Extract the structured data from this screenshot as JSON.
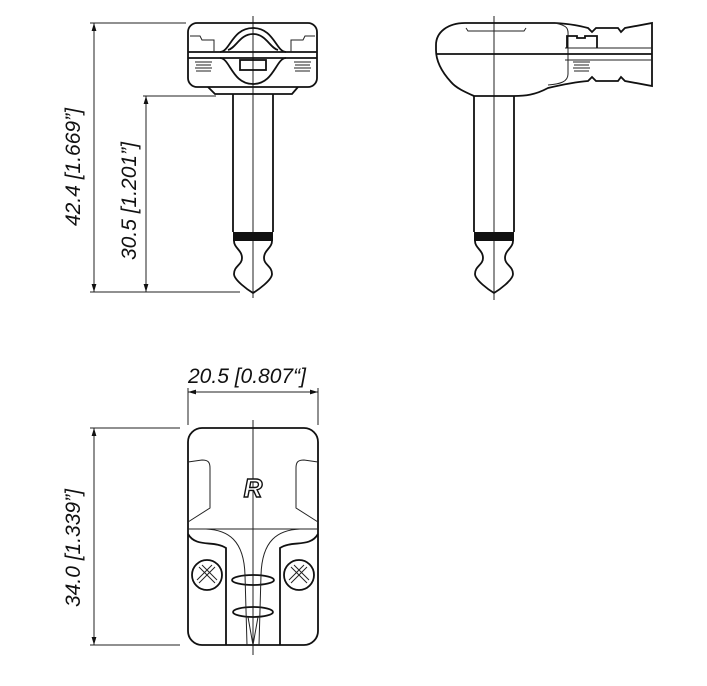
{
  "drawing": {
    "title": "Right-angle 1/4\" mono plug dimensional drawing",
    "views": [
      "front-view",
      "side-view",
      "bottom-view"
    ],
    "colors": {
      "line": "#111111",
      "background": "#ffffff"
    }
  },
  "dimensions": {
    "overall_height": "42.4 [1.669”]",
    "plug_length": "30.5 [1.201”]",
    "body_width": "20.5 [0.807“]",
    "body_depth": "34.0 [1.339”]"
  },
  "logo": {
    "glyph": "R"
  }
}
